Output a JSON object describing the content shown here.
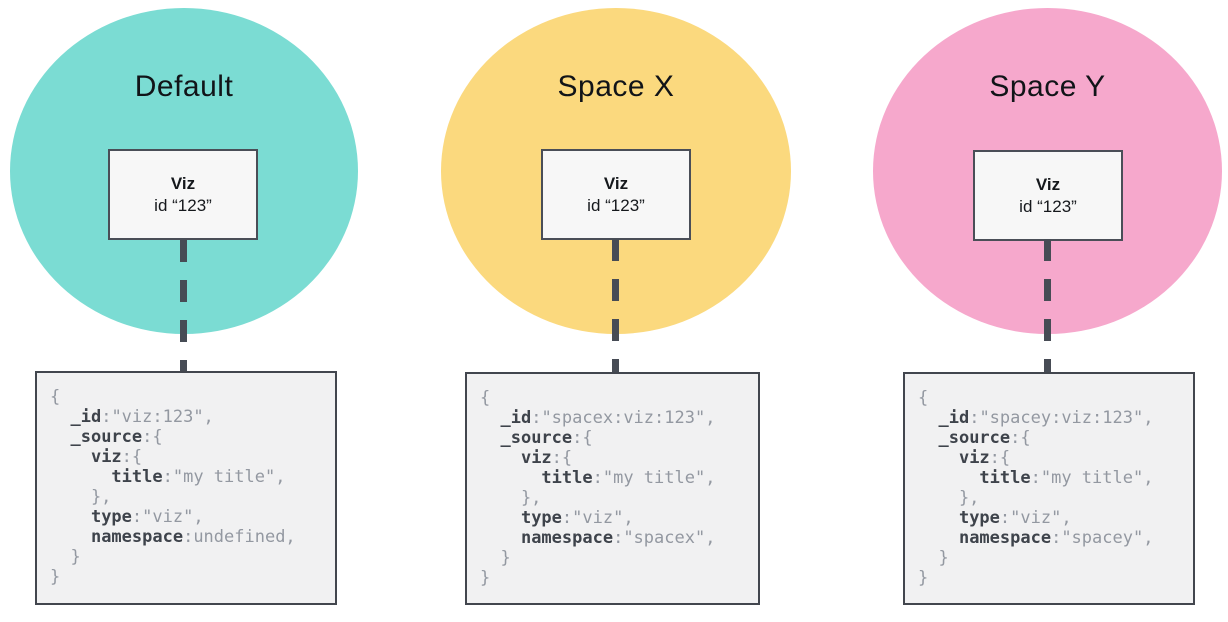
{
  "diagram": {
    "page_background": "#ffffff",
    "styles": {
      "box_bg": "#f7f7f7",
      "box_border": "#4a4e57",
      "code_bg": "#f1f1f2",
      "code_border": "#42464e",
      "dash_color": "#474c55",
      "key_color": "#3e434b",
      "plain_color": "#9398a1"
    },
    "panels": [
      {
        "name": "Default",
        "circle_color": "#7bdcd3",
        "viz_box": {
          "title": "Viz",
          "id_label": "id “123”"
        },
        "code": [
          [
            {
              "k": false,
              "t": "{"
            }
          ],
          [
            {
              "k": false,
              "t": "  "
            },
            {
              "k": true,
              "t": "_id"
            },
            {
              "k": false,
              "t": ":\"viz:123\","
            }
          ],
          [
            {
              "k": false,
              "t": "  "
            },
            {
              "k": true,
              "t": "_source"
            },
            {
              "k": false,
              "t": ":{"
            }
          ],
          [
            {
              "k": false,
              "t": "    "
            },
            {
              "k": true,
              "t": "viz"
            },
            {
              "k": false,
              "t": ":{"
            }
          ],
          [
            {
              "k": false,
              "t": "      "
            },
            {
              "k": true,
              "t": "title"
            },
            {
              "k": false,
              "t": ":\"my title\","
            }
          ],
          [
            {
              "k": false,
              "t": "    },"
            }
          ],
          [
            {
              "k": false,
              "t": "    "
            },
            {
              "k": true,
              "t": "type"
            },
            {
              "k": false,
              "t": ":\"viz\","
            }
          ],
          [
            {
              "k": false,
              "t": "    "
            },
            {
              "k": true,
              "t": "namespace"
            },
            {
              "k": false,
              "t": ":undefined,"
            }
          ],
          [
            {
              "k": false,
              "t": "  }"
            }
          ],
          [
            {
              "k": false,
              "t": "}"
            }
          ]
        ]
      },
      {
        "name": "Space X",
        "circle_color": "#fbd97e",
        "viz_box": {
          "title": "Viz",
          "id_label": "id “123”"
        },
        "code": [
          [
            {
              "k": false,
              "t": "{"
            }
          ],
          [
            {
              "k": false,
              "t": "  "
            },
            {
              "k": true,
              "t": "_id"
            },
            {
              "k": false,
              "t": ":\"spacex:viz:123\","
            }
          ],
          [
            {
              "k": false,
              "t": "  "
            },
            {
              "k": true,
              "t": "_source"
            },
            {
              "k": false,
              "t": ":{"
            }
          ],
          [
            {
              "k": false,
              "t": "    "
            },
            {
              "k": true,
              "t": "viz"
            },
            {
              "k": false,
              "t": ":{"
            }
          ],
          [
            {
              "k": false,
              "t": "      "
            },
            {
              "k": true,
              "t": "title"
            },
            {
              "k": false,
              "t": ":\"my title\","
            }
          ],
          [
            {
              "k": false,
              "t": "    },"
            }
          ],
          [
            {
              "k": false,
              "t": "    "
            },
            {
              "k": true,
              "t": "type"
            },
            {
              "k": false,
              "t": ":\"viz\","
            }
          ],
          [
            {
              "k": false,
              "t": "    "
            },
            {
              "k": true,
              "t": "namespace"
            },
            {
              "k": false,
              "t": ":\"spacex\","
            }
          ],
          [
            {
              "k": false,
              "t": "  }"
            }
          ],
          [
            {
              "k": false,
              "t": "}"
            }
          ]
        ]
      },
      {
        "name": "Space Y",
        "circle_color": "#f6a8cc",
        "viz_box": {
          "title": "Viz",
          "id_label": "id “123”"
        },
        "code": [
          [
            {
              "k": false,
              "t": "{"
            }
          ],
          [
            {
              "k": false,
              "t": "  "
            },
            {
              "k": true,
              "t": "_id"
            },
            {
              "k": false,
              "t": ":\"spacey:viz:123\","
            }
          ],
          [
            {
              "k": false,
              "t": "  "
            },
            {
              "k": true,
              "t": "_source"
            },
            {
              "k": false,
              "t": ":{"
            }
          ],
          [
            {
              "k": false,
              "t": "    "
            },
            {
              "k": true,
              "t": "viz"
            },
            {
              "k": false,
              "t": ":{"
            }
          ],
          [
            {
              "k": false,
              "t": "      "
            },
            {
              "k": true,
              "t": "title"
            },
            {
              "k": false,
              "t": ":\"my title\","
            }
          ],
          [
            {
              "k": false,
              "t": "    },"
            }
          ],
          [
            {
              "k": false,
              "t": "    "
            },
            {
              "k": true,
              "t": "type"
            },
            {
              "k": false,
              "t": ":\"viz\","
            }
          ],
          [
            {
              "k": false,
              "t": "    "
            },
            {
              "k": true,
              "t": "namespace"
            },
            {
              "k": false,
              "t": ":\"spacey\","
            }
          ],
          [
            {
              "k": false,
              "t": "  }"
            }
          ],
          [
            {
              "k": false,
              "t": "}"
            }
          ]
        ]
      }
    ]
  }
}
